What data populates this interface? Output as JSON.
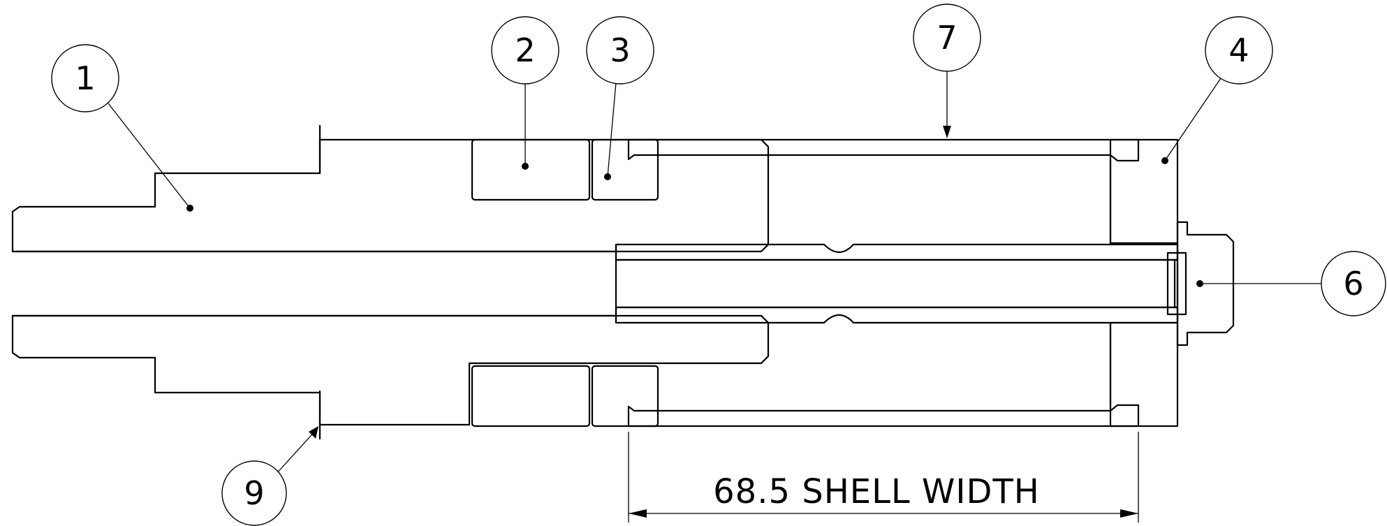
{
  "balloons": {
    "b1": "1",
    "b2": "2",
    "b3": "3",
    "b4": "4",
    "b6": "6",
    "b7": "7",
    "b9": "9"
  },
  "dimension": {
    "text": "68.5 SHELL WIDTH"
  }
}
